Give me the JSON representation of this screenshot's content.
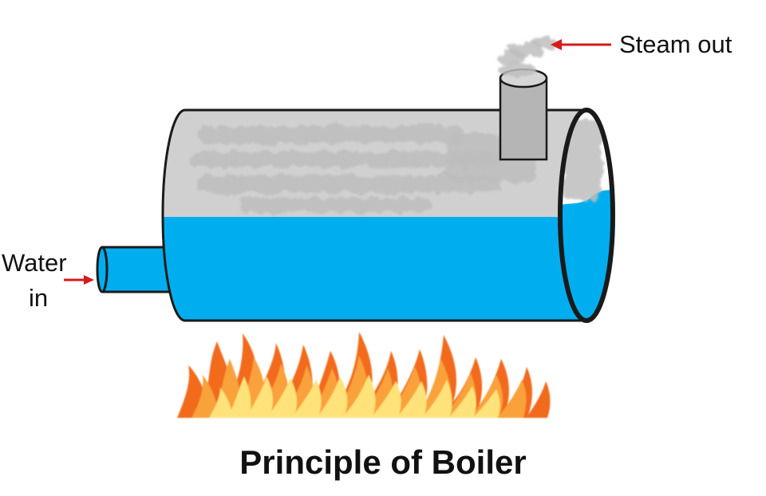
{
  "labels": {
    "steam": "Steam out",
    "water_line1": "Water",
    "water_line2": "in"
  },
  "title": "Principle of Boiler",
  "colors": {
    "water": "#00aeef",
    "shell": "#d0d0d0",
    "steam": "#bdbdbd",
    "chimney": "#b5b5b5",
    "outline": "#1a1a1a",
    "arrow": "#d7191c",
    "flame_outer": "#f26b1d",
    "flame_mid": "#f9a13a",
    "flame_inner": "#ffe27a"
  }
}
